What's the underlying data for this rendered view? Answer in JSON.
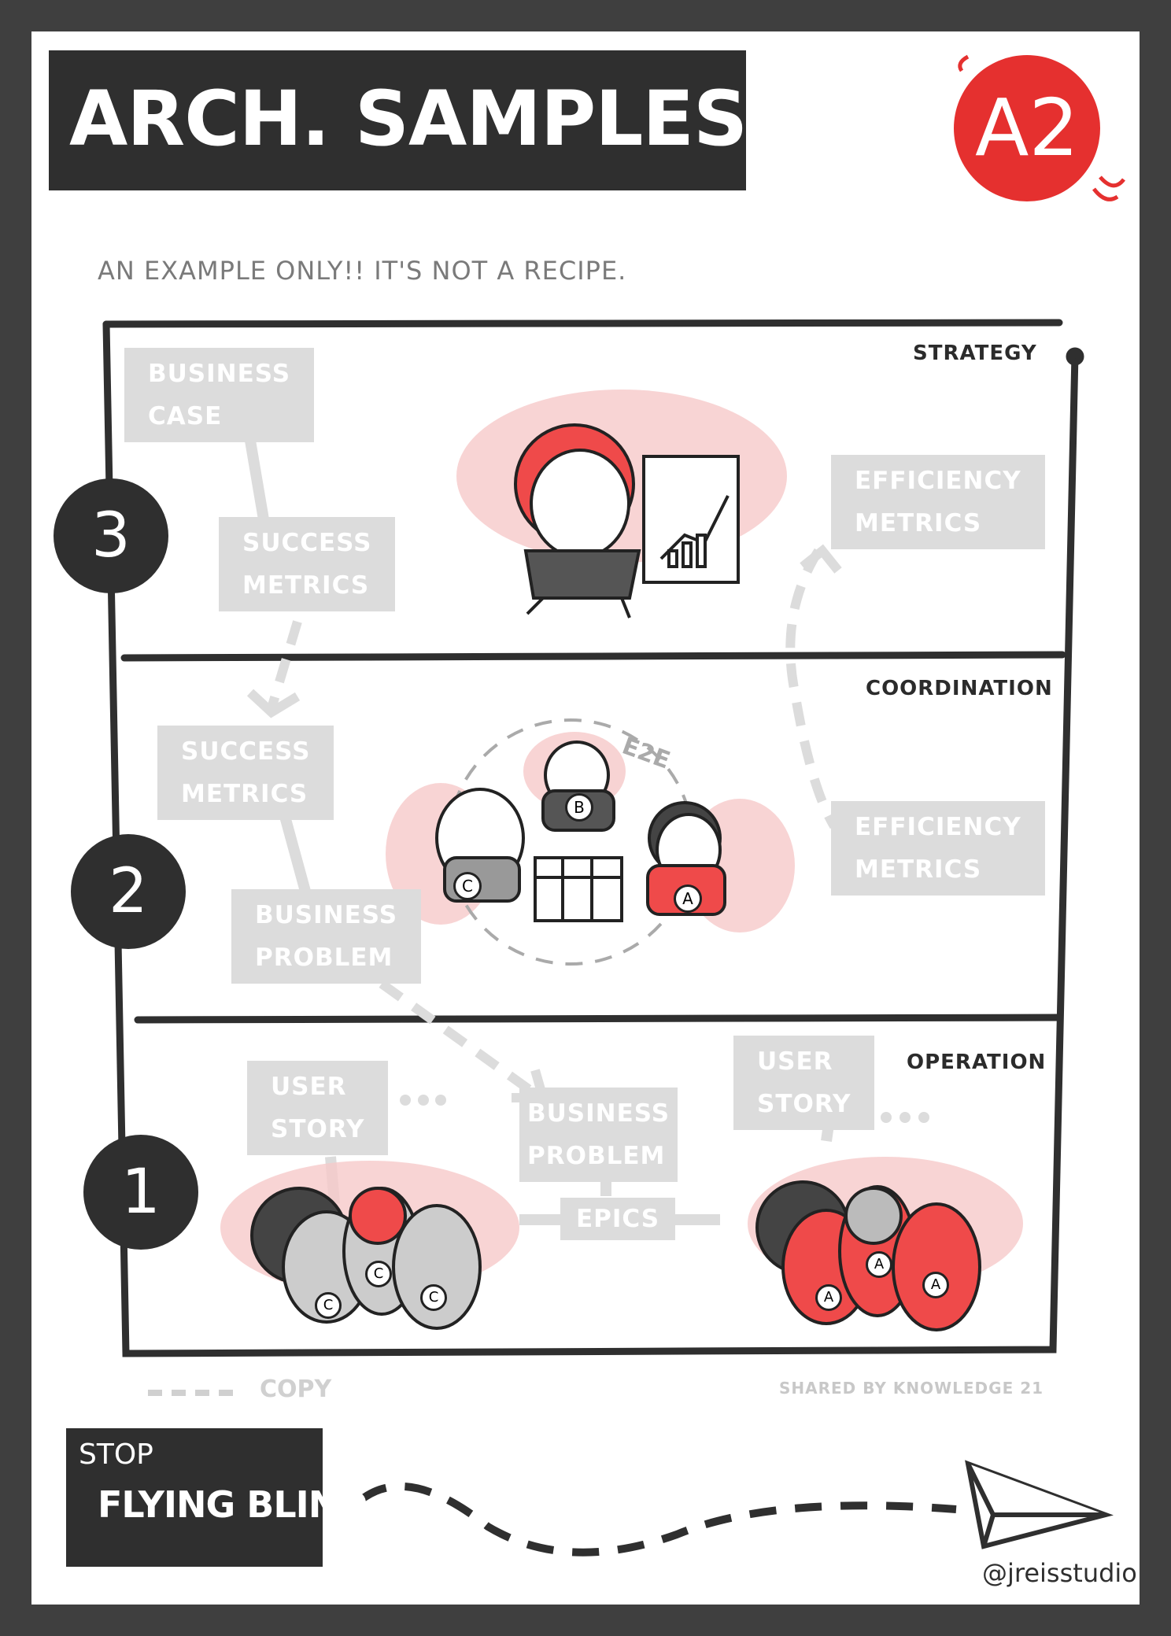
{
  "header": {
    "title": "ARCH. SAMPLES",
    "badge": "A2",
    "disclaimer": "AN EXAMPLE ONLY!! IT'S NOT A RECIPE."
  },
  "levels": {
    "strategy": {
      "number": "3",
      "label": "STRATEGY",
      "boxes": {
        "business_case": "BUSINESS\nCASE",
        "success_metrics": "SUCCESS\nMETRICS",
        "efficiency_metrics": "EFFICIENCY\nMETRICS"
      }
    },
    "coordination": {
      "number": "2",
      "label": "COORDINATION",
      "boxes": {
        "success_metrics": "SUCCESS\nMETRICS",
        "business_problem": "BUSINESS\nPROBLEM",
        "efficiency_metrics": "EFFICIENCY\nMETRICS"
      },
      "e2e_label": "E2E",
      "team_letters": [
        "C",
        "B",
        "A"
      ]
    },
    "operation": {
      "number": "1",
      "label": "OPERATION",
      "boxes": {
        "user_story_left": "USER\nSTORY",
        "business_problem": "BUSINESS\nPROBLEM",
        "epics": "EPICS",
        "user_story_right": "USER\nSTORY"
      },
      "left_team_letters": [
        "C",
        "C",
        "C"
      ],
      "right_team_letters": [
        "A",
        "A",
        "A"
      ]
    }
  },
  "footer": {
    "legend_copy": "COPY",
    "shared_by": "SHARED BY KNOWLEDGE 21",
    "stop": "STOP",
    "flying_blind": "FLYING BLIND",
    "handle": "@jreisstudio"
  },
  "colors": {
    "frame": "#3f3f3f",
    "dark": "#2f2f2f",
    "accent_red": "#e5302f",
    "pink": "#f6c9c9",
    "box_gray": "#dcdcdc"
  }
}
